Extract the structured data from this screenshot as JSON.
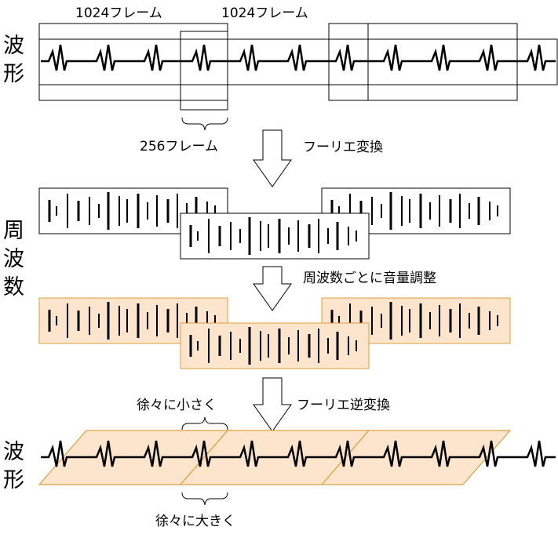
{
  "labels": {
    "side_waveform": [
      "波",
      "形"
    ],
    "side_frequency": [
      "周",
      "波",
      "数"
    ],
    "side_waveform_bottom": [
      "波",
      "形"
    ],
    "frame_1024_a": "1024フレーム",
    "frame_1024_b": "1024フレーム",
    "frame_256": "256フレーム",
    "fft": "フーリエ変換",
    "volume": "周波数ごとに音量調整",
    "ifft": "フーリエ逆変換",
    "fade_out": "徐々に小さく",
    "fade_in": "徐々に大きく"
  },
  "colors": {
    "stroke": "#000000",
    "highlight_fill": "#fde4cc",
    "highlight_stroke": "#d9a03a"
  }
}
